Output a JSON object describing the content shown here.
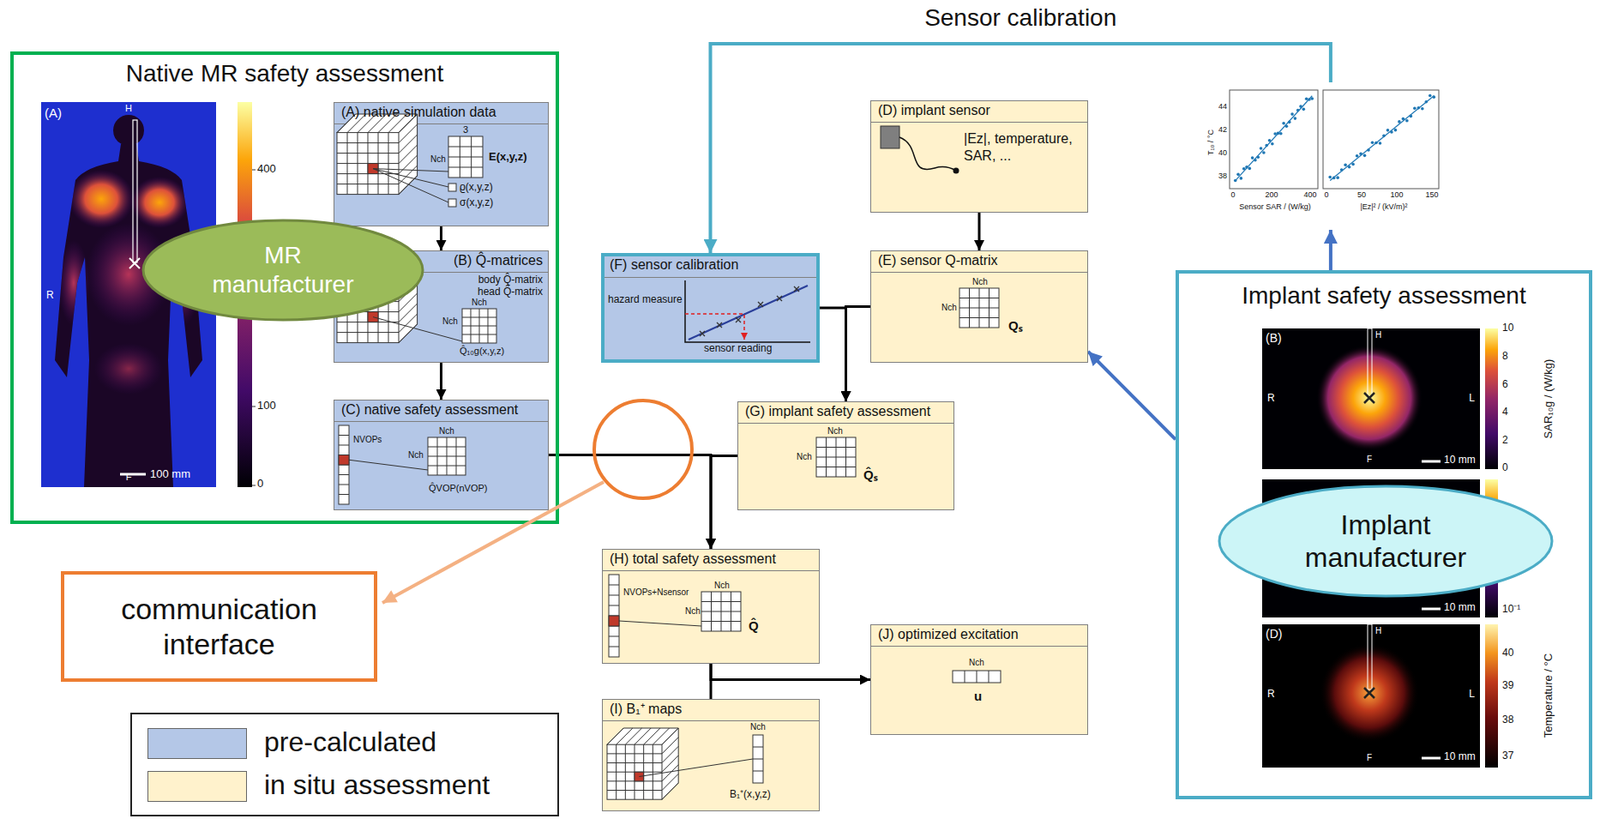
{
  "diagram": {
    "nodes": [
      {
        "text": [
          "Native MR safety assessment"
        ]
      },
      {
        "text": [
          "(A) native simulation data",
          "3",
          "Nch",
          "E(x,y,z)",
          "ϱ(x,y,z)",
          "σ(x,y,z)"
        ],
        "in": 0
      },
      {
        "text": [
          "(B) Q̂-matrices",
          "body Q̂-matrix",
          "head Q̂-matrix",
          "Nch",
          "Nch",
          "Q̂₁₀g(x,y,z)"
        ],
        "in": 0
      },
      {
        "text": [
          "(C) native safety assessment",
          "NVOPs",
          "Nch",
          "Nch",
          "Q̂VOP(nVOP)"
        ],
        "in": 0
      },
      {
        "text": [
          "MR manufacturer"
        ],
        "in": 0
      },
      {
        "text": [
          "(D) implant sensor",
          "|Ez|, temperature, SAR, ..."
        ]
      },
      {
        "text": [
          "(E) sensor Q-matrix",
          "Nch",
          "Nch",
          "Qₛ"
        ]
      },
      {
        "text": [
          "(F) sensor calibration",
          "hazard measure",
          "sensor reading"
        ]
      },
      {
        "text": [
          "(G) implant safety assessment",
          "Nch",
          "Nch",
          "Q̂ₛ"
        ]
      },
      {
        "text": [
          "T₁₀ / °C",
          "Sensor SAR / (W/kg)",
          "|Ez|² / (kV/m)²"
        ]
      },
      {
        "text": [
          "Implant safety assessment"
        ]
      },
      {
        "text": [
          "Implant manufacturer"
        ],
        "in": 10
      },
      {
        "text": [
          "communication interface"
        ]
      },
      {
        "text": [
          "(H) total safety assessment",
          "NVOPs+Nsensor",
          "Nch",
          "Nch",
          "Q̂"
        ]
      },
      {
        "text": [
          "(I) B₁⁺ maps",
          "Nch",
          "B₁⁺(x,y,z)"
        ]
      },
      {
        "text": [
          "(J) optimized excitation",
          "Nch",
          "u"
        ]
      }
    ],
    "edges": [
      {
        "from": 1,
        "to": 2,
        "arrow": "to"
      },
      {
        "from": 2,
        "to": 3,
        "arrow": "to"
      },
      {
        "from": 5,
        "to": 6,
        "arrow": "to"
      },
      {
        "from": 3,
        "to": 13,
        "arrow": "to"
      },
      {
        "from": 8,
        "to": 13,
        "arrow": "to"
      },
      {
        "from": 7,
        "to": 8,
        "arrow": "to"
      },
      {
        "from": 6,
        "to": 8,
        "arrow": "to"
      },
      {
        "from": 13,
        "to": 15,
        "arrow": "to"
      },
      {
        "from": 13,
        "to": 14,
        "arrow": "none"
      },
      {
        "from": 10,
        "to": 6,
        "arrow": "to"
      },
      {
        "from": 10,
        "to": 9,
        "arrow": "to"
      },
      {
        "from": 9,
        "to": 7,
        "arrow": "to",
        "label": "Sensor calibration"
      }
    ],
    "labels": [
      "(A)",
      "H",
      "R",
      "F",
      "100 mm",
      "400",
      "100",
      "0",
      "44",
      "42",
      "40",
      "38",
      "0",
      "200",
      "400",
      "0",
      "50",
      "100",
      "150",
      "(B)",
      "H",
      "R",
      "L",
      "F",
      "10 mm",
      "10",
      "8",
      "6",
      "4",
      "2",
      "0",
      "SAR₁₀g / (W/kg)",
      "10 mm",
      "10⁻¹",
      "(D)",
      "H",
      "R",
      "L",
      "F",
      "10 mm",
      "40",
      "39",
      "38",
      "37",
      "Temperature / °C"
    ],
    "legend": [
      {
        "text": "pre-calculated",
        "color": "#b4c7e7"
      },
      {
        "text": "in situ assessment",
        "color": "#fff2cc"
      }
    ]
  }
}
